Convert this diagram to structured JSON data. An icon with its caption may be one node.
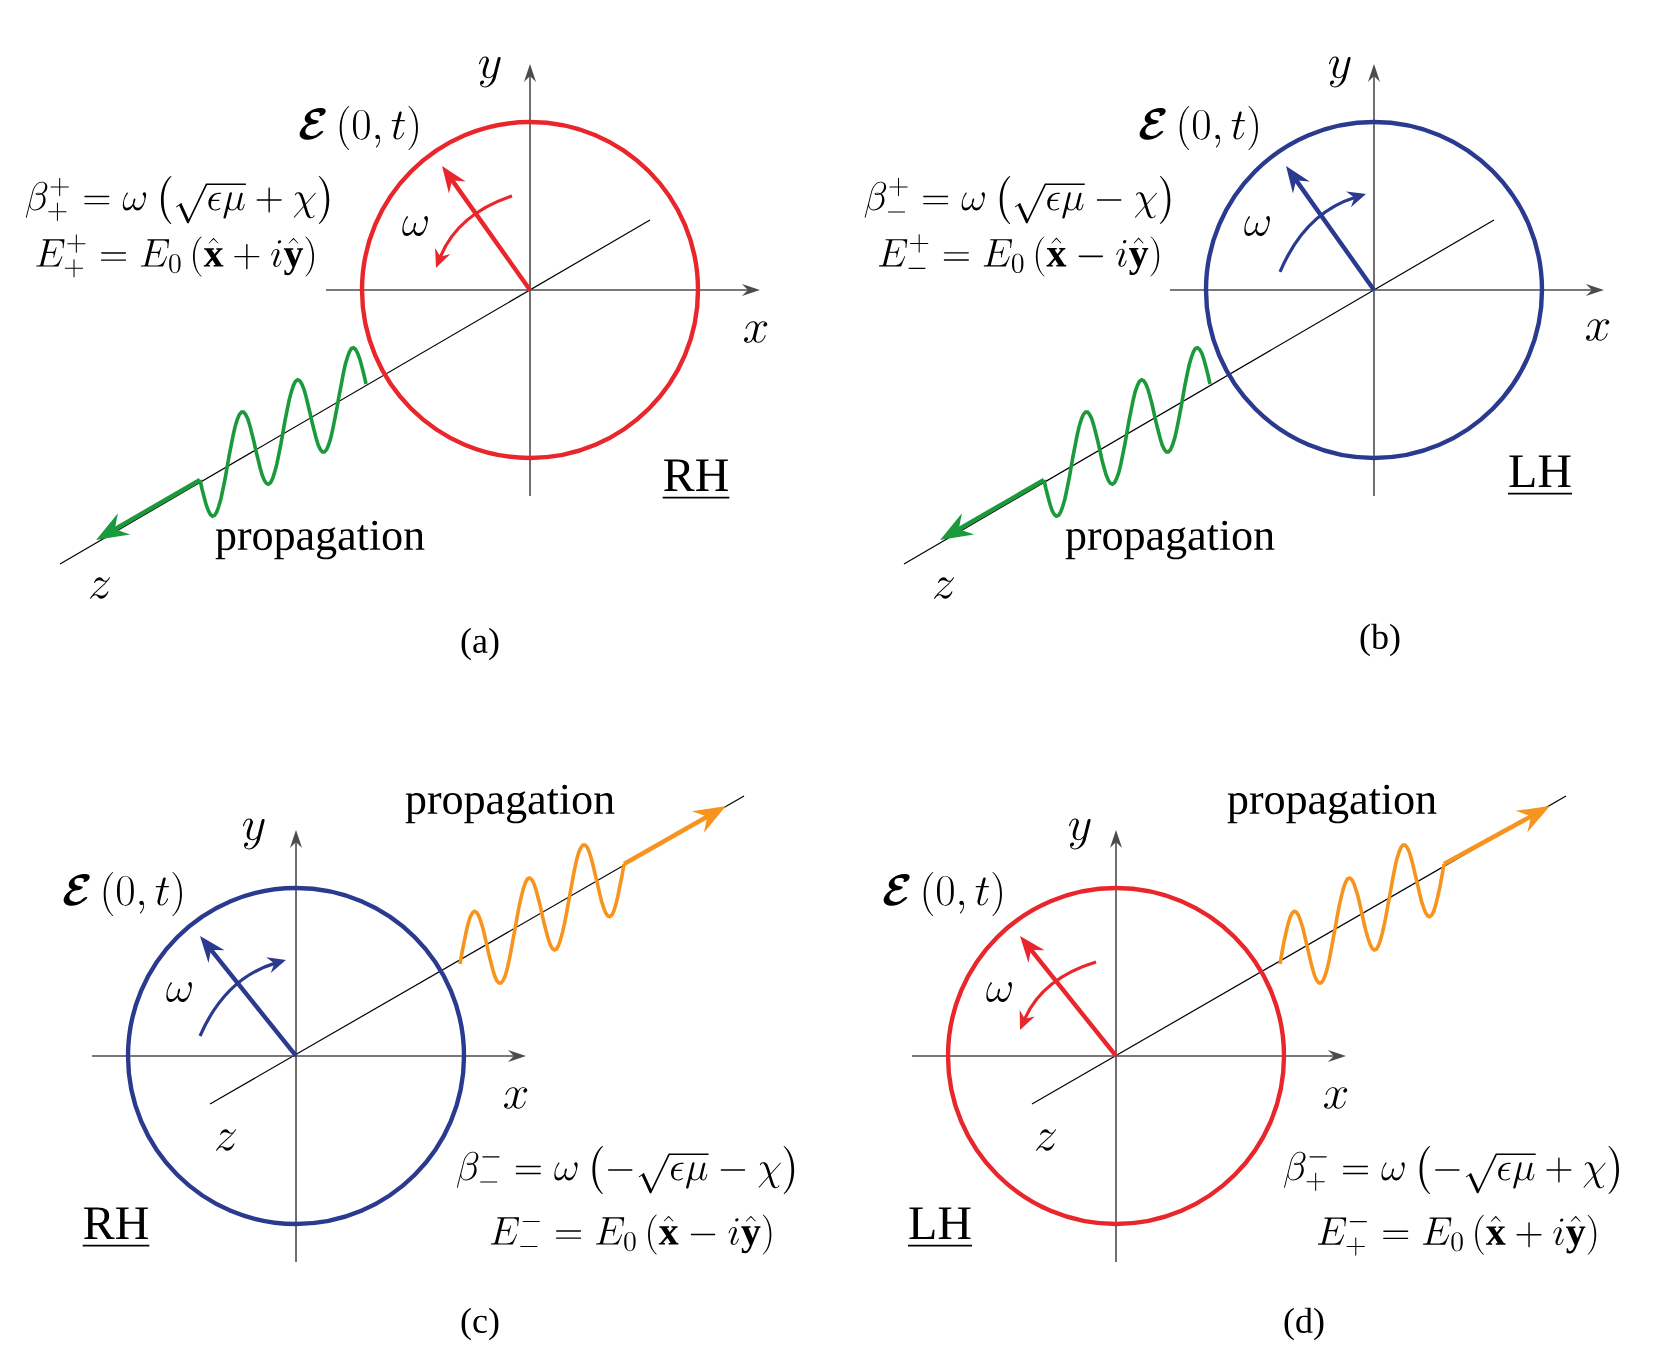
{
  "diagram": {
    "labels": [
      "y",
      "\\boldsymbol{\\mathcal{E}}\\,(0,t)",
      "\\beta_+^+ = \\omega\\left(\\sqrt{\\epsilon\\mu}+\\chi\\right)",
      "\\omega",
      "E_+^+ = E_0\\,(\\hat{\\mathbf{x}}+i\\hat{\\mathbf{y}})",
      "x",
      "RH",
      "propagation",
      "z",
      "(a)",
      "y",
      "\\boldsymbol{\\mathcal{E}}\\,(0,t)",
      "\\beta_-^+ = \\omega\\left(\\sqrt{\\epsilon\\mu}-\\chi\\right)",
      "\\omega",
      "E_-^+ = E_0\\,(\\hat{\\mathbf{x}}-i\\hat{\\mathbf{y}})",
      "x",
      "LH",
      "propagation",
      "z",
      "(b)",
      "propagation",
      "y",
      "\\boldsymbol{\\mathcal{E}}\\,(0,t)",
      "\\omega",
      "x",
      "z",
      "\\beta_-^- = \\omega\\left(-\\sqrt{\\epsilon\\mu}-\\chi\\right)",
      "RH",
      "E_-^- = E_0\\,(\\hat{\\mathbf{x}}-i\\hat{\\mathbf{y}})",
      "(c)",
      "propagation",
      "y",
      "\\boldsymbol{\\mathcal{E}}\\,(0,t)",
      "\\omega",
      "x",
      "z",
      "\\beta_+^- = \\omega\\left(-\\sqrt{\\epsilon\\mu}+\\chi\\right)",
      "LH",
      "E_+^- = E_0\\,(\\hat{\\mathbf{x}}+i\\hat{\\mathbf{y}})",
      "(d)"
    ]
  }
}
